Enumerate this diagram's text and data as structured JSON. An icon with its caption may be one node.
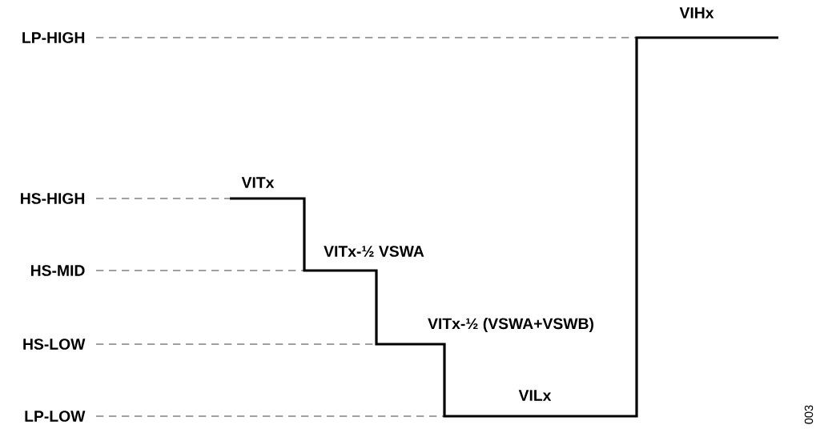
{
  "diagram": {
    "labels": [
      "VIHx",
      "LP-HIGH",
      "VITx",
      "HS-HIGH",
      "VITx-½ VSWA",
      "HS-MID",
      "VITx-½ (VSWA+VSWB)",
      "HS-LOW",
      "VILx",
      "LP-LOW",
      "003"
    ]
  }
}
